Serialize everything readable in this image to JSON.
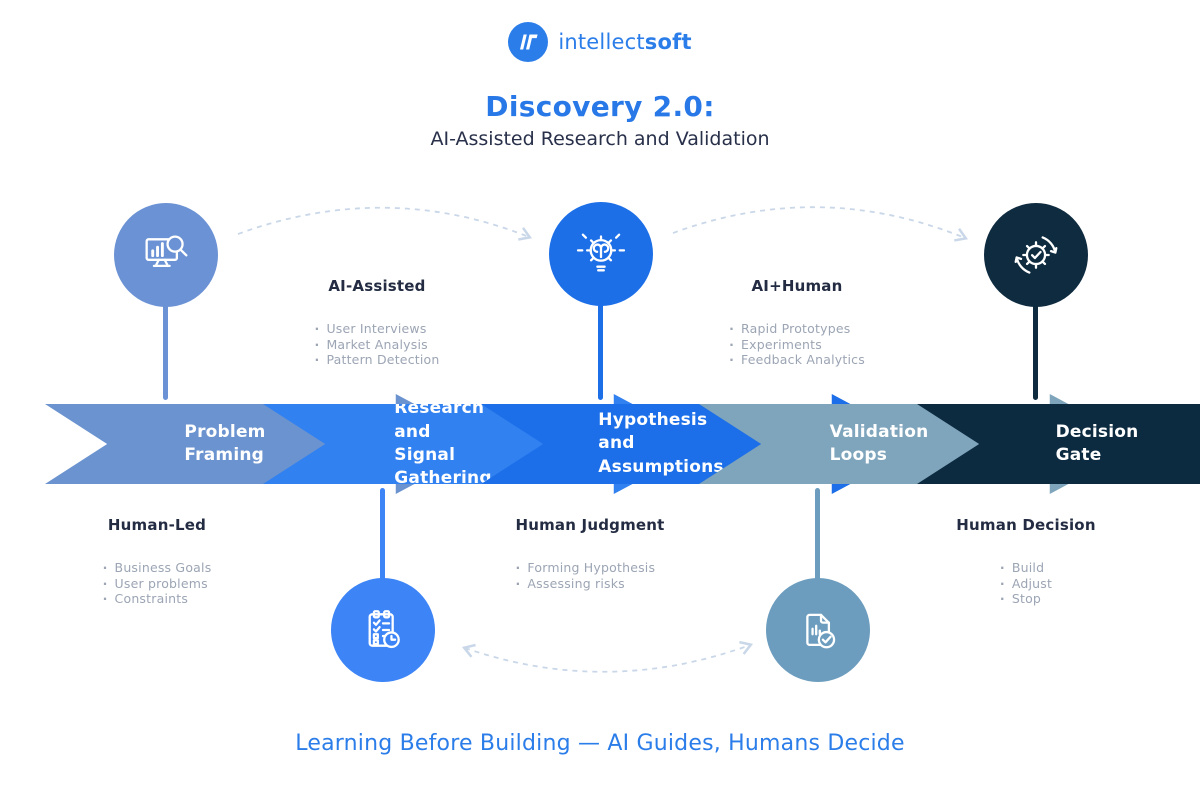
{
  "brand": {
    "name_regular": "intellect",
    "name_bold": "soft",
    "logo_color": "#2B7DE9"
  },
  "header": {
    "title": "Discovery 2.0:",
    "subtitle": "AI-Assisted Research and Validation"
  },
  "colors": {
    "brand_blue": "#2B7DE9",
    "title_blue": "#2878E8",
    "heading_text": "#232C42",
    "bullet_text": "#9CA5B4",
    "dashed_arc": "#C9D7E9"
  },
  "stages": [
    {
      "label": "Problem\nFraming",
      "color": "#6B93CF"
    },
    {
      "label": "Research and\nSignal Gathering",
      "color": "#3181F1"
    },
    {
      "label": "Hypothesis\nand Assumptions",
      "color": "#1C6FE8"
    },
    {
      "label": "Validation\nLoops",
      "color": "#7FA5BC"
    },
    {
      "label": "Decision\nGate",
      "color": "#0D2B40"
    }
  ],
  "circles": [
    {
      "icon": "monitor-search",
      "color": "#6B92D4"
    },
    {
      "icon": "idea-gear",
      "color": "#1D6FE8"
    },
    {
      "icon": "gear-check-cycle",
      "color": "#0E2B40"
    },
    {
      "icon": "checklist-clock",
      "color": "#3D84F6"
    },
    {
      "icon": "document-check",
      "color": "#6D9DBE"
    }
  ],
  "annotations": {
    "ai_assisted": {
      "heading": "AI-Assisted",
      "items": [
        "User Interviews",
        "Market Analysis",
        "Pattern Detection"
      ]
    },
    "ai_human": {
      "heading": "AI+Human",
      "items": [
        "Rapid Prototypes",
        "Experiments",
        "Feedback Analytics"
      ]
    },
    "human_led": {
      "heading": "Human-Led",
      "items": [
        "Business Goals",
        "User problems",
        "Constraints"
      ]
    },
    "human_judgment": {
      "heading": "Human Judgment",
      "items": [
        "Forming Hypothesis",
        "Assessing risks"
      ]
    },
    "human_decision": {
      "heading": "Human Decision",
      "items": [
        "Build",
        "Adjust",
        "Stop"
      ]
    }
  },
  "footer": {
    "tagline": "Learning Before Building — AI Guides, Humans Decide"
  }
}
